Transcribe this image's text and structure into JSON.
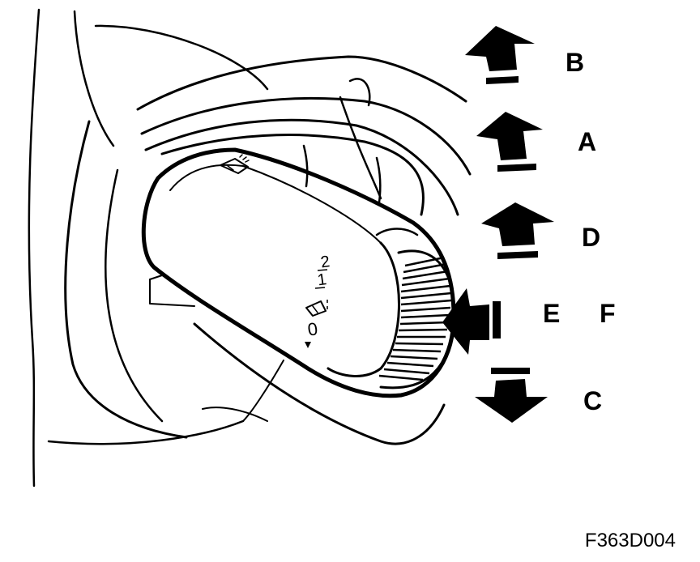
{
  "labels": {
    "b": "B",
    "a": "A",
    "d": "D",
    "e": "E",
    "f": "F",
    "c": "C"
  },
  "dial_marks": {
    "pos2": "2",
    "pos1": "1",
    "pos0": "0"
  },
  "figure_code": "F363D004",
  "colors": {
    "ink": "#000000",
    "paper": "#ffffff"
  },
  "icons": {
    "wiper_top": "windshield-washer-icon",
    "wiper_dial": "intermittent-wiper-icon"
  }
}
